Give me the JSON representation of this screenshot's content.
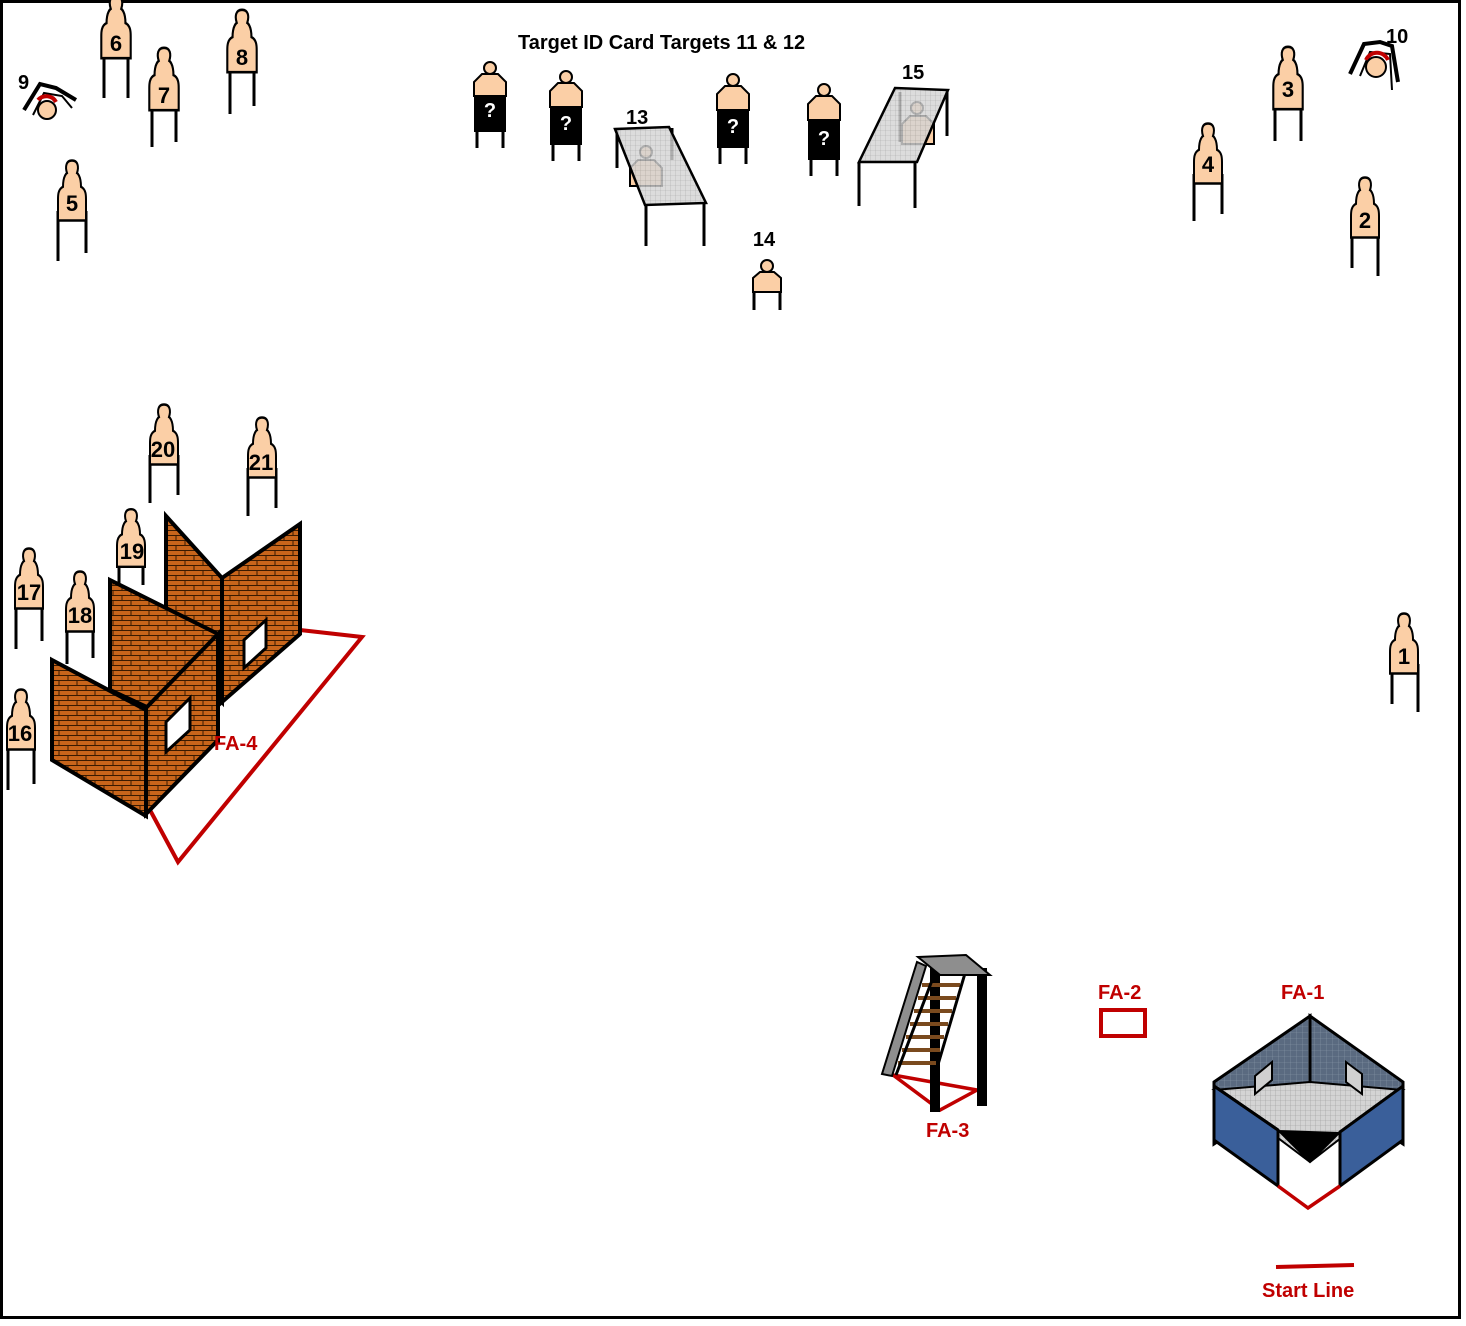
{
  "diagram": {
    "title": "Target ID Card Targets 11 & 12",
    "targets": [
      {
        "id": "t1",
        "label": "1"
      },
      {
        "id": "t2",
        "label": "2"
      },
      {
        "id": "t3",
        "label": "3"
      },
      {
        "id": "t4",
        "label": "4"
      },
      {
        "id": "t5",
        "label": "5"
      },
      {
        "id": "t6",
        "label": "6"
      },
      {
        "id": "t7",
        "label": "7"
      },
      {
        "id": "t8",
        "label": "8"
      },
      {
        "id": "t16",
        "label": "16"
      },
      {
        "id": "t17",
        "label": "17"
      },
      {
        "id": "t18",
        "label": "18"
      },
      {
        "id": "t19",
        "label": "19"
      },
      {
        "id": "t20",
        "label": "20"
      },
      {
        "id": "t21",
        "label": "21"
      }
    ],
    "plate_targets": [
      {
        "id": "t9",
        "label": "9"
      },
      {
        "id": "t10",
        "label": "10"
      }
    ],
    "id_card_targets": [
      {
        "id": "q1",
        "label": "?"
      },
      {
        "id": "q2",
        "label": "?"
      },
      {
        "id": "q3",
        "label": "?"
      },
      {
        "id": "q4",
        "label": "?"
      }
    ],
    "table_targets": [
      {
        "id": "t13",
        "label": "13"
      },
      {
        "id": "t15",
        "label": "15"
      }
    ],
    "low_target": {
      "label": "14"
    },
    "fault_areas": {
      "fa1": "FA-1",
      "fa2": "FA-2",
      "fa3": "FA-3",
      "fa4": "FA-4"
    },
    "start_line": "Start Line",
    "colors": {
      "target_fill": "#fbcfa6",
      "fault_line": "#c00000",
      "brick": "#c8651b",
      "room_wall": "#3a5f9a",
      "ladder_wood": "#7a4a1e",
      "id_card_black": "#000000"
    }
  }
}
